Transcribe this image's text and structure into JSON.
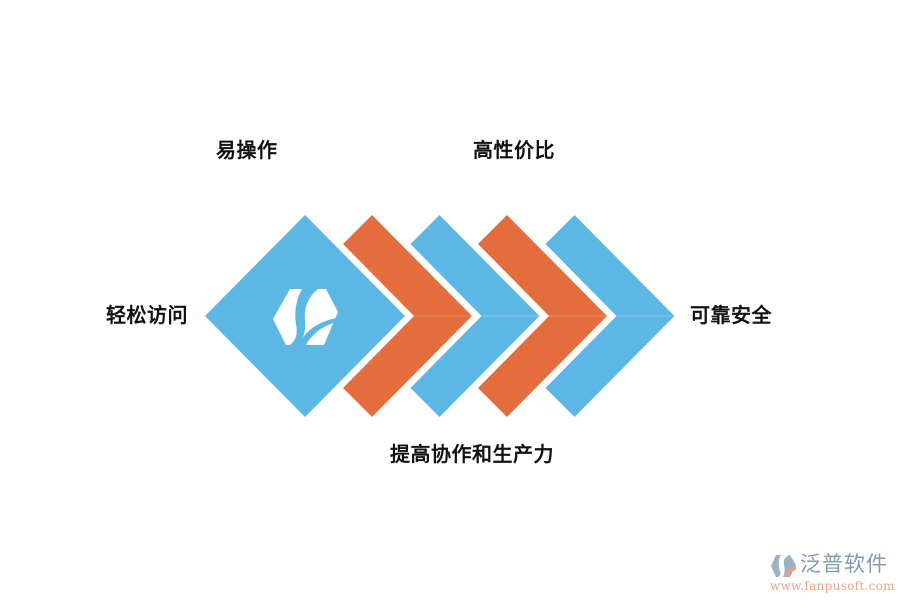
{
  "diagram": {
    "title": "",
    "colors": {
      "blue": "#5db7e4",
      "orange": "#e46d3d",
      "text": "#111111",
      "background": "#ffffff"
    },
    "center_icon": "fanpu-hexagon-logo-icon",
    "labels": {
      "top_left": "易操作",
      "top_right": "高性价比",
      "left": "轻松访问",
      "right": "可靠安全",
      "bottom": "提高协作和生产力"
    },
    "shapes": [
      {
        "type": "diamond",
        "color": "blue"
      },
      {
        "type": "chevron",
        "color": "orange"
      },
      {
        "type": "chevron",
        "color": "blue"
      },
      {
        "type": "chevron",
        "color": "orange"
      },
      {
        "type": "chevron",
        "color": "blue"
      }
    ]
  },
  "watermark": {
    "brand": "泛普软件",
    "url": "www.fanpusoft.com",
    "logo_icon": "fanpu-logo-icon"
  }
}
